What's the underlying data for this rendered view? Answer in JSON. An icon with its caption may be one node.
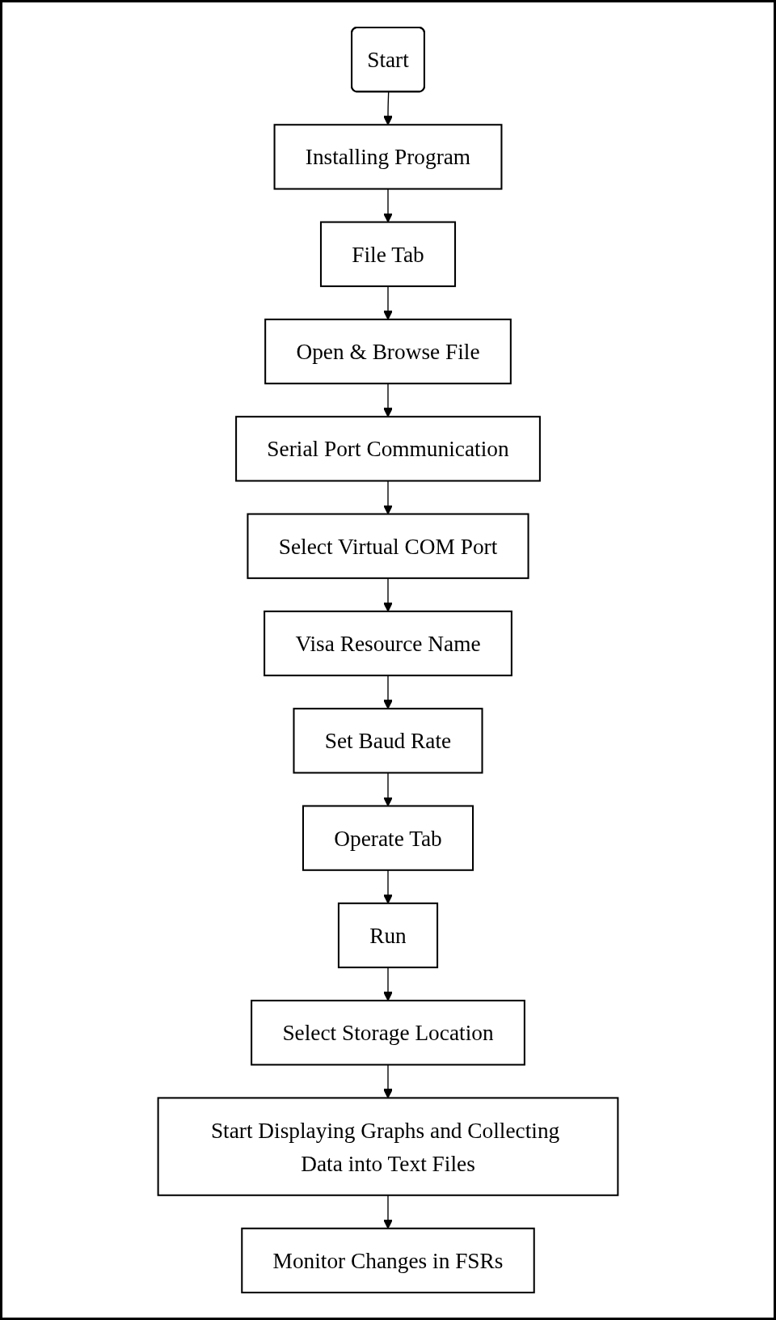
{
  "diagram": {
    "nodes": [
      {
        "text": [
          "Start"
        ]
      },
      {
        "text": [
          "Installing Program"
        ]
      },
      {
        "text": [
          "File Tab"
        ]
      },
      {
        "text": [
          "Open & Browse File"
        ]
      },
      {
        "text": [
          "Serial Port Communication"
        ]
      },
      {
        "text": [
          "Select Virtual COM Port"
        ]
      },
      {
        "text": [
          "Visa Resource Name"
        ]
      },
      {
        "text": [
          "Set Baud Rate"
        ]
      },
      {
        "text": [
          "Operate Tab"
        ]
      },
      {
        "text": [
          "Run"
        ]
      },
      {
        "text": [
          "Select Storage Location"
        ]
      },
      {
        "text": [
          "Start Displaying Graphs and Collecting Data into Text Files"
        ]
      },
      {
        "text": [
          "Monitor Changes in FSRs"
        ]
      }
    ],
    "edges": [
      {
        "from": 0,
        "to": 1,
        "arrow": "to"
      },
      {
        "from": 1,
        "to": 2,
        "arrow": "to"
      },
      {
        "from": 2,
        "to": 3,
        "arrow": "to"
      },
      {
        "from": 3,
        "to": 4,
        "arrow": "to"
      },
      {
        "from": 4,
        "to": 5,
        "arrow": "to"
      },
      {
        "from": 5,
        "to": 6,
        "arrow": "to"
      },
      {
        "from": 6,
        "to": 7,
        "arrow": "to"
      },
      {
        "from": 7,
        "to": 8,
        "arrow": "to"
      },
      {
        "from": 8,
        "to": 9,
        "arrow": "to"
      },
      {
        "from": 9,
        "to": 10,
        "arrow": "to"
      },
      {
        "from": 10,
        "to": 11,
        "arrow": "to"
      },
      {
        "from": 11,
        "to": 12,
        "arrow": "to"
      }
    ]
  }
}
